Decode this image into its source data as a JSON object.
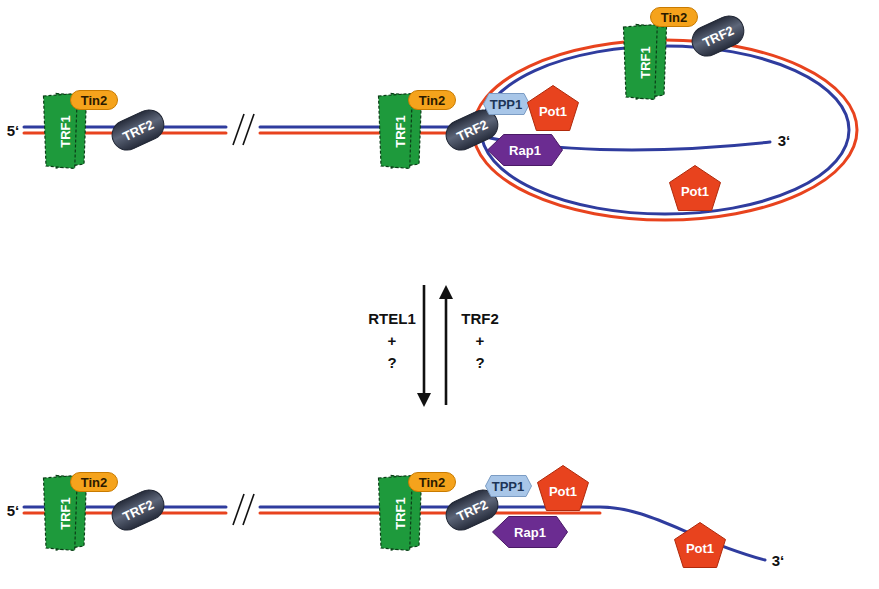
{
  "diagram": {
    "nodes": [
      {
        "text": [
          "TRF1"
        ]
      },
      {
        "text": [
          "Tin2"
        ]
      },
      {
        "text": [
          "TRF2"
        ]
      },
      {
        "text": [
          "TRF1"
        ]
      },
      {
        "text": [
          "Tin2"
        ]
      },
      {
        "text": [
          "TRF2"
        ]
      },
      {
        "text": [
          "TRF1"
        ]
      },
      {
        "text": [
          "Tin2"
        ]
      },
      {
        "text": [
          "TRF2"
        ]
      },
      {
        "text": [
          "TPP1"
        ]
      },
      {
        "text": [
          "Pot1"
        ]
      },
      {
        "text": [
          "Rap1"
        ]
      },
      {
        "text": [
          "Pot1"
        ]
      },
      {
        "text": [
          "TRF1"
        ]
      },
      {
        "text": [
          "Tin2"
        ]
      },
      {
        "text": [
          "TRF2"
        ]
      },
      {
        "text": [
          "TRF1"
        ]
      },
      {
        "text": [
          "Tin2"
        ]
      },
      {
        "text": [
          "TRF2"
        ]
      },
      {
        "text": [
          "TPP1"
        ]
      },
      {
        "text": [
          "Pot1"
        ]
      },
      {
        "text": [
          "Rap1"
        ]
      },
      {
        "text": [
          "Pot1"
        ]
      }
    ],
    "labels": [
      "5‘",
      "3‘",
      "RTEL1",
      "+",
      "?",
      "TRF2",
      "+",
      "?",
      "5‘",
      "3‘"
    ]
  }
}
